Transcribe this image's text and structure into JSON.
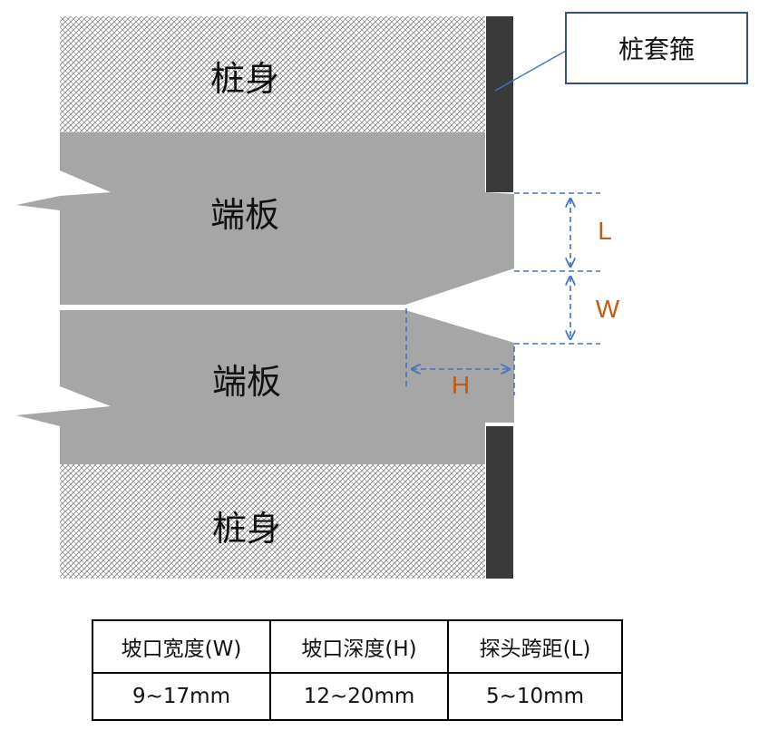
{
  "labels": {
    "pile_body_top": "桩身",
    "end_plate_top": "端板",
    "end_plate_bottom": "端板",
    "pile_body_bottom": "桩身",
    "pile_hoop_callout": "桩套箍",
    "dim_L": "L",
    "dim_W": "W",
    "dim_H": "H"
  },
  "colors": {
    "end_plate_fill": "#a6a6a6",
    "hoop_fill": "#3a3a3a",
    "hatch_line": "#7f7f7f",
    "dimension_line": "#4472c4",
    "dimension_label": "#c55a11",
    "callout_border": "#2f4f8f"
  },
  "table": {
    "headers": [
      "坡口宽度(W)",
      "坡口深度(H)",
      "探头跨距(L)"
    ],
    "rows": [
      [
        "9~17mm",
        "12~20mm",
        "5~10mm"
      ]
    ]
  }
}
